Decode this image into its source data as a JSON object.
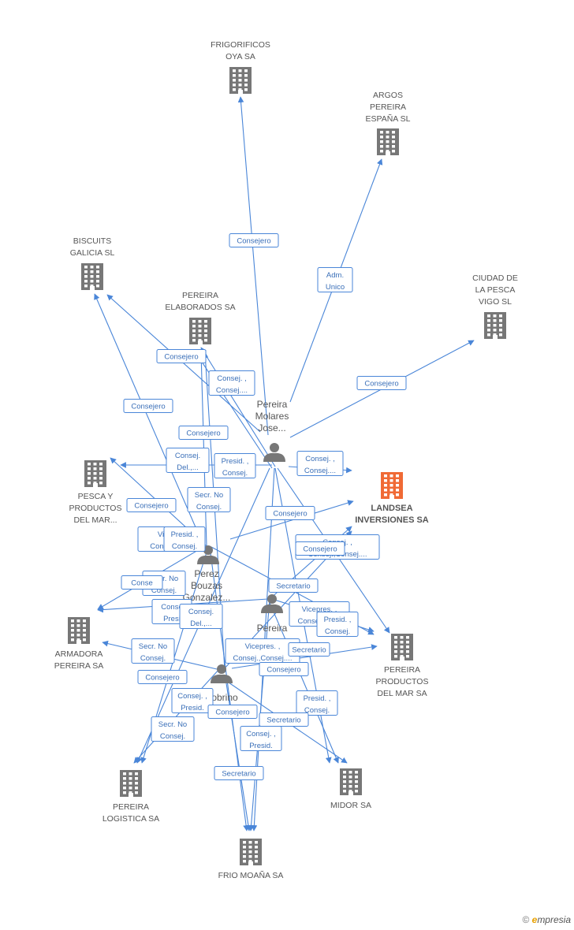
{
  "colors": {
    "edge": "#4a86d8",
    "building": "#777777",
    "focus_building": "#f06a35",
    "person": "#777777"
  },
  "companies": [
    {
      "id": "frigorificos",
      "lines": [
        "FRIGORIFICOS",
        "OYA SA"
      ]
    },
    {
      "id": "argos",
      "lines": [
        "ARGOS",
        "PEREIRA",
        "ESPAÑA SL"
      ]
    },
    {
      "id": "biscuits",
      "lines": [
        "BISCUITS",
        "GALICIA SL"
      ]
    },
    {
      "id": "pereira-elaborados",
      "lines": [
        "PEREIRA",
        "ELABORADOS SA"
      ]
    },
    {
      "id": "ciudad-pesca",
      "lines": [
        "CIUDAD DE",
        "LA PESCA",
        "VIGO SL"
      ]
    },
    {
      "id": "landsea",
      "lines": [
        "LANDSEA",
        "INVERSIONES SA"
      ],
      "focus": true
    },
    {
      "id": "pesca-productos",
      "lines": [
        "PESCA Y",
        "PRODUCTOS",
        "DEL MAR..."
      ]
    },
    {
      "id": "armadora",
      "lines": [
        "ARMADORA",
        "PEREIRA SA"
      ]
    },
    {
      "id": "pereira-productos",
      "lines": [
        "PEREIRA",
        "PRODUCTOS",
        "DEL MAR SA"
      ]
    },
    {
      "id": "pereira-logistica",
      "lines": [
        "PEREIRA",
        "LOGISTICA SA"
      ]
    },
    {
      "id": "midor",
      "lines": [
        "MIDOR SA"
      ]
    },
    {
      "id": "frio-moana",
      "lines": [
        "FRIO MOAÑA SA"
      ]
    }
  ],
  "persons": [
    {
      "id": "p-molares",
      "lines": [
        "Pereira",
        "Molares",
        "Jose..."
      ]
    },
    {
      "id": "p-bouzas",
      "lines": [
        "Perez",
        "Bouzas",
        "Gonzalez..."
      ]
    },
    {
      "id": "p-pereira",
      "lines": [
        "Pereira"
      ]
    },
    {
      "id": "p-pedro",
      "lines": [
        "Sobrino",
        "Pedro"
      ]
    }
  ],
  "edge_labels": [
    {
      "lines": [
        "Consejero"
      ]
    },
    {
      "lines": [
        "Adm.",
        "Unico"
      ]
    },
    {
      "lines": [
        "Consejero"
      ]
    },
    {
      "lines": [
        "Consejero"
      ]
    },
    {
      "lines": [
        "Consej. ,",
        "Consej...."
      ]
    },
    {
      "lines": [
        "Consejero"
      ]
    },
    {
      "lines": [
        "Consejero"
      ]
    },
    {
      "lines": [
        "Consej.",
        "Del.,..."
      ]
    },
    {
      "lines": [
        "Presid. ,",
        "Consej."
      ]
    },
    {
      "lines": [
        "Consej. ,",
        "Consej...."
      ]
    },
    {
      "lines": [
        "Secr. No",
        "Consej."
      ]
    },
    {
      "lines": [
        "Consejero"
      ]
    },
    {
      "lines": [
        "Consejero"
      ]
    },
    {
      "lines": [
        "Vi",
        "Conse"
      ]
    },
    {
      "lines": [
        "Presid. ,",
        "Consej."
      ]
    },
    {
      "lines": [
        "Consej. ,",
        "Consej.,Consej...."
      ]
    },
    {
      "lines": [
        "Consejero"
      ]
    },
    {
      "lines": [
        "Secr. No",
        "Consej."
      ]
    },
    {
      "lines": [
        "Conse"
      ]
    },
    {
      "lines": [
        "Secretario"
      ]
    },
    {
      "lines": [
        "Conse",
        "Presi"
      ]
    },
    {
      "lines": [
        "Consej.",
        "Del.,..."
      ]
    },
    {
      "lines": [
        "Vicepres. ,",
        "Consej.,Co..."
      ]
    },
    {
      "lines": [
        "Presid. ,",
        "Consej."
      ]
    },
    {
      "lines": [
        "Secr. No",
        "Consej."
      ]
    },
    {
      "lines": [
        "Vicepres. ,",
        "Consej.,Consej...."
      ]
    },
    {
      "lines": [
        "Secretario"
      ]
    },
    {
      "lines": [
        "Consejero"
      ]
    },
    {
      "lines": [
        "Consejero"
      ]
    },
    {
      "lines": [
        "Consej. ,",
        "Presid."
      ]
    },
    {
      "lines": [
        "Consejero"
      ]
    },
    {
      "lines": [
        "Presid. ,",
        "Consej."
      ]
    },
    {
      "lines": [
        "Secr. No",
        "Consej."
      ]
    },
    {
      "lines": [
        "Secretario"
      ]
    },
    {
      "lines": [
        "Consej. ,",
        "Presid."
      ]
    },
    {
      "lines": [
        "Secretario"
      ]
    }
  ],
  "footer": {
    "copyright": "©",
    "brand_e": "e",
    "brand_rest": "mpresia"
  }
}
